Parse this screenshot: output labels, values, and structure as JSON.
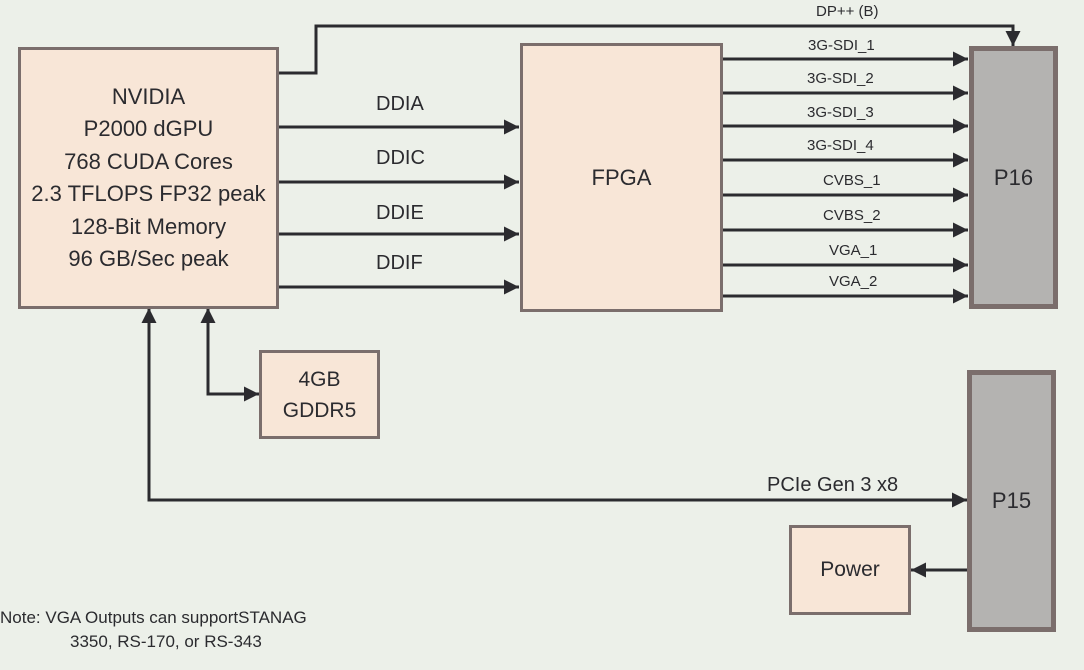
{
  "blocks": {
    "gpu": {
      "lines": [
        "NVIDIA",
        "P2000 dGPU",
        "768 CUDA Cores",
        "2.3 TFLOPS FP32 peak",
        "128-Bit Memory",
        "96 GB/Sec peak"
      ]
    },
    "fpga": {
      "label": "FPGA"
    },
    "memory": {
      "lines": [
        "4GB",
        "GDDR5"
      ]
    },
    "p16": {
      "label": "P16"
    },
    "p15": {
      "label": "P15"
    },
    "power": {
      "label": "Power"
    }
  },
  "connections": {
    "gpu_to_fpga": [
      "DDIA",
      "DDIC",
      "DDIE",
      "DDIF"
    ],
    "fpga_to_p16": [
      "3G-SDI_1",
      "3G-SDI_2",
      "3G-SDI_3",
      "3G-SDI_4",
      "CVBS_1",
      "CVBS_2",
      "VGA_1",
      "VGA_2"
    ],
    "gpu_to_p16": "DP++ (B)",
    "gpu_p15": "PCIe Gen 3 x8"
  },
  "note": {
    "lines": [
      "Note: VGA Outputs can supportSTANAG",
      "3350, RS-170, or RS-343"
    ]
  },
  "colors": {
    "block_fill": "#f8e6d7",
    "connector_fill": "#b4b3b1",
    "border": "#7b6e6c",
    "line": "#2b2b2f",
    "background": "#ecf0e9"
  }
}
